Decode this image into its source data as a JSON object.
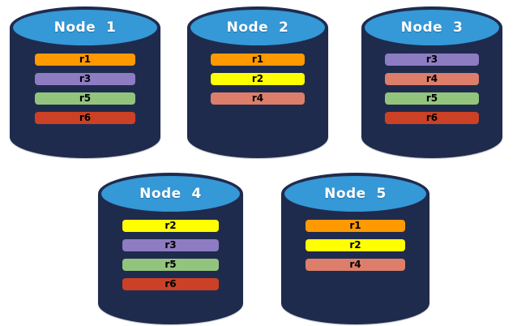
{
  "diagram": {
    "description_name": "database-nodes-replication-diagram",
    "palette": {
      "cylinder_body": "#1F2B4D",
      "cylinder_top": "#3598D7",
      "title_text": "#FFFFFF",
      "bar_text": "#000000",
      "background": "#FFFFFF"
    },
    "replicas": {
      "r1": {
        "label": "r1",
        "color": "#FF9900"
      },
      "r2": {
        "label": "r2",
        "color": "#FFFF00"
      },
      "r3": {
        "label": "r3",
        "color": "#8E7CC3"
      },
      "r4": {
        "label": "r4",
        "color": "#DD7E6B"
      },
      "r5": {
        "label": "r5",
        "color": "#93C47D"
      },
      "r6": {
        "label": "r6",
        "color": "#CC4125"
      }
    },
    "nodes": [
      {
        "label": "Node  1",
        "replicas": [
          "r1",
          "r3",
          "r5",
          "r6"
        ]
      },
      {
        "label": "Node  2",
        "replicas": [
          "r1",
          "r2",
          "r4"
        ]
      },
      {
        "label": "Node  3",
        "replicas": [
          "r3",
          "r4",
          "r5",
          "r6"
        ]
      },
      {
        "label": "Node  4",
        "replicas": [
          "r2",
          "r3",
          "r5",
          "r6"
        ]
      },
      {
        "label": "Node  5",
        "replicas": [
          "r1",
          "r2",
          "r4"
        ]
      }
    ]
  }
}
